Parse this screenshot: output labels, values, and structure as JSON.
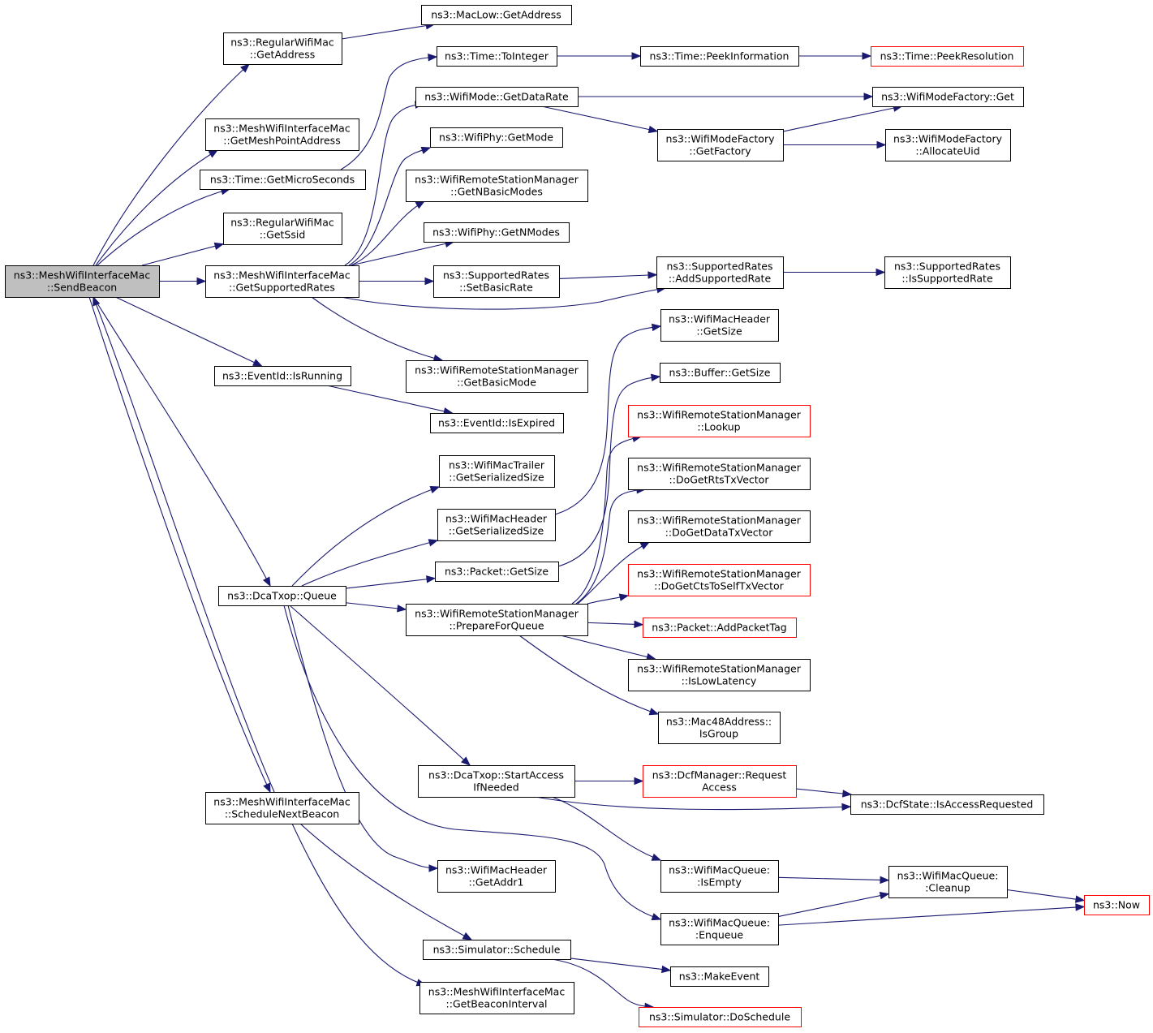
{
  "colors": {
    "edge": "#191970",
    "node_border": "#000000",
    "truncated_border": "#ff0000",
    "root_fill": "#bfbfbf",
    "node_fill": "#ffffff",
    "background": "#ffffff"
  },
  "nodes": [
    {
      "id": "sendbeacon",
      "lines": [
        "ns3::MeshWifiInterfaceMac",
        "::SendBeacon"
      ],
      "root": true
    },
    {
      "id": "rwm_getaddress",
      "lines": [
        "ns3::RegularWifiMac",
        "::GetAddress"
      ]
    },
    {
      "id": "maclow_getaddress",
      "lines": [
        "ns3::MacLow::GetAddress"
      ]
    },
    {
      "id": "mwim_getmeshpointaddress",
      "lines": [
        "ns3::MeshWifiInterfaceMac",
        "::GetMeshPointAddress"
      ]
    },
    {
      "id": "time_getmicroseconds",
      "lines": [
        "ns3::Time::GetMicroSeconds"
      ]
    },
    {
      "id": "rwm_getssid",
      "lines": [
        "ns3::RegularWifiMac",
        "::GetSsid"
      ]
    },
    {
      "id": "mwim_getsupportedrates",
      "lines": [
        "ns3::MeshWifiInterfaceMac",
        "::GetSupportedRates"
      ]
    },
    {
      "id": "eventid_isrunning",
      "lines": [
        "ns3::EventId::IsRunning"
      ]
    },
    {
      "id": "eventid_isexpired",
      "lines": [
        "ns3::EventId::IsExpired"
      ]
    },
    {
      "id": "time_tointeger",
      "lines": [
        "ns3::Time::ToInteger"
      ]
    },
    {
      "id": "time_peekinformation",
      "lines": [
        "ns3::Time::PeekInformation"
      ]
    },
    {
      "id": "time_peekresolution",
      "lines": [
        "ns3::Time::PeekResolution"
      ],
      "truncated": true
    },
    {
      "id": "wifimode_getdatarate",
      "lines": [
        "ns3::WifiMode::GetDataRate"
      ]
    },
    {
      "id": "wmf_get",
      "lines": [
        "ns3::WifiModeFactory::Get"
      ]
    },
    {
      "id": "wmf_getfactory",
      "lines": [
        "ns3::WifiModeFactory",
        "::GetFactory"
      ]
    },
    {
      "id": "wmf_allocateuid",
      "lines": [
        "ns3::WifiModeFactory",
        "::AllocateUid"
      ]
    },
    {
      "id": "wifiphy_getmode",
      "lines": [
        "ns3::WifiPhy::GetMode"
      ]
    },
    {
      "id": "wrsm_getnbasicmodes",
      "lines": [
        "ns3::WifiRemoteStationManager",
        "::GetNBasicModes"
      ]
    },
    {
      "id": "wifiphy_getnmodes",
      "lines": [
        "ns3::WifiPhy::GetNModes"
      ]
    },
    {
      "id": "sr_setbasicrate",
      "lines": [
        "ns3::SupportedRates",
        "::SetBasicRate"
      ]
    },
    {
      "id": "sr_addsupportedrate",
      "lines": [
        "ns3::SupportedRates",
        "::AddSupportedRate"
      ]
    },
    {
      "id": "sr_issupportedrate",
      "lines": [
        "ns3::SupportedRates",
        "::IsSupportedRate"
      ]
    },
    {
      "id": "wrsm_getbasicmode",
      "lines": [
        "ns3::WifiRemoteStationManager",
        "::GetBasicMode"
      ]
    },
    {
      "id": "wmh_getsize",
      "lines": [
        "ns3::WifiMacHeader",
        "::GetSize"
      ]
    },
    {
      "id": "buffer_getsize",
      "lines": [
        "ns3::Buffer::GetSize"
      ]
    },
    {
      "id": "wrsm_lookup",
      "lines": [
        "ns3::WifiRemoteStationManager",
        "::Lookup"
      ],
      "truncated": true
    },
    {
      "id": "wrsm_dogetrtstxvector",
      "lines": [
        "ns3::WifiRemoteStationManager",
        "::DoGetRtsTxVector"
      ]
    },
    {
      "id": "wrsm_dogetdatatxvector",
      "lines": [
        "ns3::WifiRemoteStationManager",
        "::DoGetDataTxVector"
      ]
    },
    {
      "id": "wrsm_dogetctstoselftxvector",
      "lines": [
        "ns3::WifiRemoteStationManager",
        "::DoGetCtsToSelfTxVector"
      ],
      "truncated": true
    },
    {
      "id": "packet_addpackettag",
      "lines": [
        "ns3::Packet::AddPacketTag"
      ],
      "truncated": true
    },
    {
      "id": "wrsm_islowlatency",
      "lines": [
        "ns3::WifiRemoteStationManager",
        "::IsLowLatency"
      ]
    },
    {
      "id": "mac48_isgroup",
      "lines": [
        "ns3::Mac48Address::",
        "IsGroup"
      ]
    },
    {
      "id": "wmt_getserializedsize",
      "lines": [
        "ns3::WifiMacTrailer",
        "::GetSerializedSize"
      ]
    },
    {
      "id": "wmh_getserializedsize",
      "lines": [
        "ns3::WifiMacHeader",
        "::GetSerializedSize"
      ]
    },
    {
      "id": "packet_getsize",
      "lines": [
        "ns3::Packet::GetSize"
      ]
    },
    {
      "id": "dcatxop_queue",
      "lines": [
        "ns3::DcaTxop::Queue"
      ]
    },
    {
      "id": "wrsm_prepareforqueue",
      "lines": [
        "ns3::WifiRemoteStationManager",
        "::PrepareForQueue"
      ]
    },
    {
      "id": "dcatxop_startaccessifneeded",
      "lines": [
        "ns3::DcaTxop::StartAccess",
        "IfNeeded"
      ]
    },
    {
      "id": "dcfmanager_requestaccess",
      "lines": [
        "ns3::DcfManager::Request",
        "Access"
      ],
      "truncated": true
    },
    {
      "id": "dcfstate_isaccessrequested",
      "lines": [
        "ns3::DcfState::IsAccessRequested"
      ]
    },
    {
      "id": "mwim_schedulenextbeacon",
      "lines": [
        "ns3::MeshWifiInterfaceMac",
        "::ScheduleNextBeacon"
      ]
    },
    {
      "id": "wmh_getaddr1",
      "lines": [
        "ns3::WifiMacHeader",
        "::GetAddr1"
      ]
    },
    {
      "id": "wmq_isempty",
      "lines": [
        "ns3::WifiMacQueue:",
        ":IsEmpty"
      ]
    },
    {
      "id": "wmq_cleanup",
      "lines": [
        "ns3::WifiMacQueue:",
        ":Cleanup"
      ]
    },
    {
      "id": "now",
      "lines": [
        "ns3::Now"
      ],
      "truncated": true
    },
    {
      "id": "wmq_enqueue",
      "lines": [
        "ns3::WifiMacQueue:",
        ":Enqueue"
      ]
    },
    {
      "id": "simulator_schedule",
      "lines": [
        "ns3::Simulator::Schedule"
      ]
    },
    {
      "id": "makeevent",
      "lines": [
        "ns3::MakeEvent"
      ]
    },
    {
      "id": "mwim_getbeaconinterval",
      "lines": [
        "ns3::MeshWifiInterfaceMac",
        "::GetBeaconInterval"
      ]
    },
    {
      "id": "simulator_doschedule",
      "lines": [
        "ns3::Simulator::DoSchedule"
      ],
      "truncated": true
    }
  ],
  "edges": [
    {
      "from": "sendbeacon",
      "to": "rwm_getaddress"
    },
    {
      "from": "sendbeacon",
      "to": "mwim_getmeshpointaddress"
    },
    {
      "from": "sendbeacon",
      "to": "time_getmicroseconds"
    },
    {
      "from": "sendbeacon",
      "to": "rwm_getssid"
    },
    {
      "from": "sendbeacon",
      "to": "mwim_getsupportedrates"
    },
    {
      "from": "sendbeacon",
      "to": "eventid_isrunning"
    },
    {
      "from": "sendbeacon",
      "to": "dcatxop_queue"
    },
    {
      "from": "sendbeacon",
      "to": "mwim_schedulenextbeacon"
    },
    {
      "from": "rwm_getaddress",
      "to": "maclow_getaddress"
    },
    {
      "from": "time_getmicroseconds",
      "to": "time_tointeger"
    },
    {
      "from": "time_tointeger",
      "to": "time_peekinformation"
    },
    {
      "from": "time_peekinformation",
      "to": "time_peekresolution"
    },
    {
      "from": "mwim_getsupportedrates",
      "to": "wifimode_getdatarate"
    },
    {
      "from": "mwim_getsupportedrates",
      "to": "wifiphy_getmode"
    },
    {
      "from": "mwim_getsupportedrates",
      "to": "wrsm_getnbasicmodes"
    },
    {
      "from": "mwim_getsupportedrates",
      "to": "wifiphy_getnmodes"
    },
    {
      "from": "mwim_getsupportedrates",
      "to": "sr_setbasicrate"
    },
    {
      "from": "mwim_getsupportedrates",
      "to": "sr_addsupportedrate"
    },
    {
      "from": "mwim_getsupportedrates",
      "to": "wrsm_getbasicmode"
    },
    {
      "from": "wifimode_getdatarate",
      "to": "wmf_get"
    },
    {
      "from": "wifimode_getdatarate",
      "to": "wmf_getfactory"
    },
    {
      "from": "wmf_getfactory",
      "to": "wmf_get"
    },
    {
      "from": "wmf_getfactory",
      "to": "wmf_allocateuid"
    },
    {
      "from": "sr_setbasicrate",
      "to": "sr_addsupportedrate"
    },
    {
      "from": "sr_addsupportedrate",
      "to": "sr_issupportedrate"
    },
    {
      "from": "eventid_isrunning",
      "to": "eventid_isexpired"
    },
    {
      "from": "dcatxop_queue",
      "to": "wmt_getserializedsize"
    },
    {
      "from": "dcatxop_queue",
      "to": "wmh_getserializedsize"
    },
    {
      "from": "dcatxop_queue",
      "to": "packet_getsize"
    },
    {
      "from": "dcatxop_queue",
      "to": "wrsm_prepareforqueue"
    },
    {
      "from": "dcatxop_queue",
      "to": "dcatxop_startaccessifneeded"
    },
    {
      "from": "dcatxop_queue",
      "to": "wmh_getaddr1"
    },
    {
      "from": "dcatxop_queue",
      "to": "wmq_enqueue"
    },
    {
      "from": "wmh_getserializedsize",
      "to": "wmh_getsize"
    },
    {
      "from": "packet_getsize",
      "to": "buffer_getsize"
    },
    {
      "from": "wrsm_prepareforqueue",
      "to": "wrsm_lookup"
    },
    {
      "from": "wrsm_prepareforqueue",
      "to": "wrsm_dogetrtstxvector"
    },
    {
      "from": "wrsm_prepareforqueue",
      "to": "wrsm_dogetdatatxvector"
    },
    {
      "from": "wrsm_prepareforqueue",
      "to": "wrsm_dogetctstoselftxvector"
    },
    {
      "from": "wrsm_prepareforqueue",
      "to": "packet_addpackettag"
    },
    {
      "from": "wrsm_prepareforqueue",
      "to": "wrsm_islowlatency"
    },
    {
      "from": "wrsm_prepareforqueue",
      "to": "mac48_isgroup"
    },
    {
      "from": "dcatxop_startaccessifneeded",
      "to": "dcfmanager_requestaccess"
    },
    {
      "from": "dcatxop_startaccessifneeded",
      "to": "dcfstate_isaccessrequested"
    },
    {
      "from": "dcatxop_startaccessifneeded",
      "to": "wmq_isempty"
    },
    {
      "from": "dcfmanager_requestaccess",
      "to": "dcfstate_isaccessrequested"
    },
    {
      "from": "wmq_isempty",
      "to": "wmq_cleanup"
    },
    {
      "from": "wmq_cleanup",
      "to": "now"
    },
    {
      "from": "wmq_enqueue",
      "to": "wmq_cleanup"
    },
    {
      "from": "wmq_enqueue",
      "to": "now"
    },
    {
      "from": "mwim_schedulenextbeacon",
      "to": "sendbeacon"
    },
    {
      "from": "mwim_schedulenextbeacon",
      "to": "simulator_schedule"
    },
    {
      "from": "mwim_schedulenextbeacon",
      "to": "mwim_getbeaconinterval"
    },
    {
      "from": "simulator_schedule",
      "to": "makeevent"
    },
    {
      "from": "simulator_schedule",
      "to": "simulator_doschedule"
    }
  ]
}
